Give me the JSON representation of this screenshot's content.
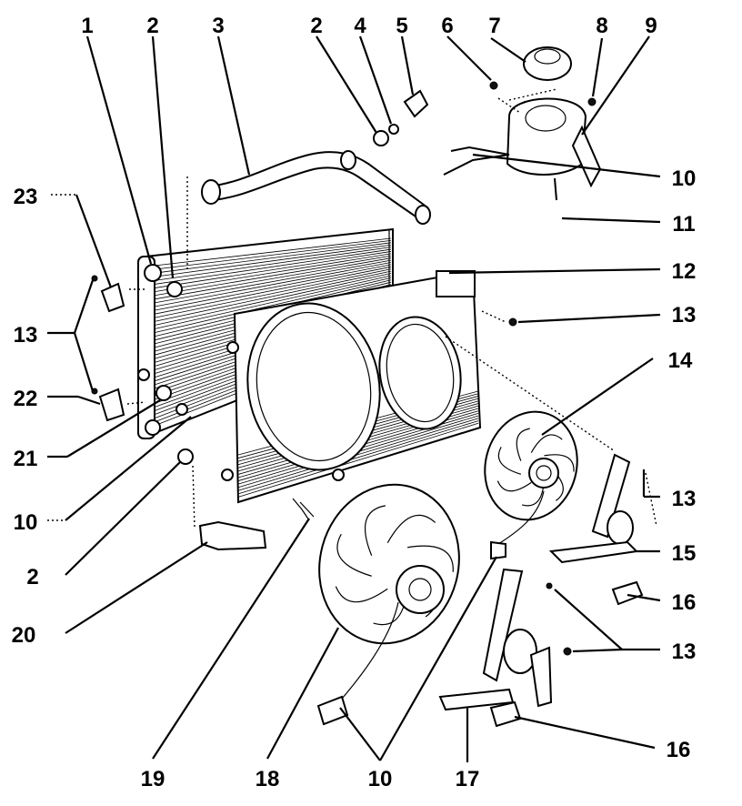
{
  "callouts": [
    {
      "id": "c1",
      "label": "1"
    },
    {
      "id": "c2a",
      "label": "2"
    },
    {
      "id": "c3",
      "label": "3"
    },
    {
      "id": "c2b",
      "label": "2"
    },
    {
      "id": "c4",
      "label": "4"
    },
    {
      "id": "c5",
      "label": "5"
    },
    {
      "id": "c6",
      "label": "6"
    },
    {
      "id": "c7",
      "label": "7"
    },
    {
      "id": "c8",
      "label": "8"
    },
    {
      "id": "c9",
      "label": "9"
    },
    {
      "id": "c10a",
      "label": "10"
    },
    {
      "id": "c11",
      "label": "11"
    },
    {
      "id": "c12",
      "label": "12"
    },
    {
      "id": "c13a",
      "label": "13"
    },
    {
      "id": "c14",
      "label": "14"
    },
    {
      "id": "c13b",
      "label": "13"
    },
    {
      "id": "c15",
      "label": "15"
    },
    {
      "id": "c16a",
      "label": "16"
    },
    {
      "id": "c13c",
      "label": "13"
    },
    {
      "id": "c16b",
      "label": "16"
    },
    {
      "id": "c17",
      "label": "17"
    },
    {
      "id": "c10b",
      "label": "10"
    },
    {
      "id": "c18",
      "label": "18"
    },
    {
      "id": "c19",
      "label": "19"
    },
    {
      "id": "c20",
      "label": "20"
    },
    {
      "id": "c2c",
      "label": "2"
    },
    {
      "id": "c10c",
      "label": "10"
    },
    {
      "id": "c21",
      "label": "21"
    },
    {
      "id": "c22",
      "label": "22"
    },
    {
      "id": "c13d",
      "label": "13"
    },
    {
      "id": "c23",
      "label": "23"
    }
  ]
}
